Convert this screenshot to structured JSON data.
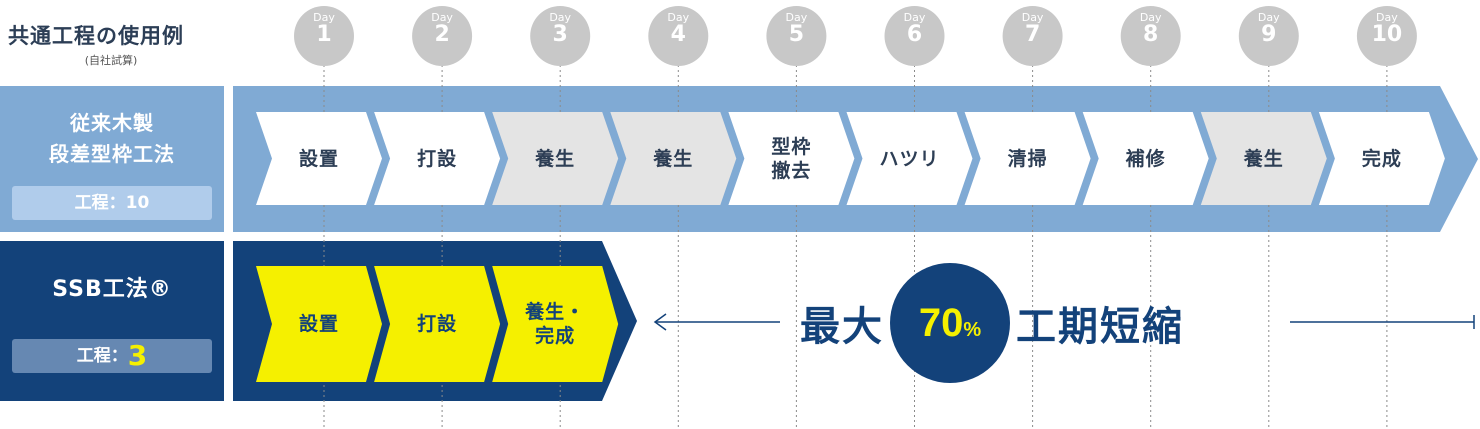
{
  "header": {
    "title": "共通工程の使用例",
    "subtitle": "(自社試算)"
  },
  "days": {
    "word": "Day",
    "numbers": [
      "1",
      "2",
      "3",
      "4",
      "5",
      "6",
      "7",
      "8",
      "9",
      "10"
    ]
  },
  "conventional": {
    "name_line1": "従来木製",
    "name_line2": "段差型枠工法",
    "count_label": "工程：10",
    "steps": [
      {
        "label": "設置",
        "shade": "white"
      },
      {
        "label": "打設",
        "shade": "white"
      },
      {
        "label": "養生",
        "shade": "gray"
      },
      {
        "label": "養生",
        "shade": "gray"
      },
      {
        "label": "型枠\n撤去",
        "shade": "white"
      },
      {
        "label": "ハツリ",
        "shade": "white"
      },
      {
        "label": "清掃",
        "shade": "white"
      },
      {
        "label": "補修",
        "shade": "white"
      },
      {
        "label": "養生",
        "shade": "gray"
      },
      {
        "label": "完成",
        "shade": "white"
      }
    ]
  },
  "ssb": {
    "name": "SSB工法®",
    "count_label": "工程：",
    "count_value": "3",
    "steps": [
      {
        "label": "設置"
      },
      {
        "label": "打設"
      },
      {
        "label": "養生・\n完成"
      }
    ]
  },
  "reduction": {
    "prefix": "最大",
    "percent": "70",
    "unit": "%",
    "suffix": "工期短縮"
  },
  "colors": {
    "conventional_band": "#80aad4",
    "conventional_label": "#80aad4",
    "ssb_band": "#13427a",
    "ssb_step": "#f5f000",
    "day_circle": "#c8c8c8",
    "step_white": "#ffffff",
    "step_gray": "#e4e4e4",
    "text_dark": "#2d3e55"
  }
}
